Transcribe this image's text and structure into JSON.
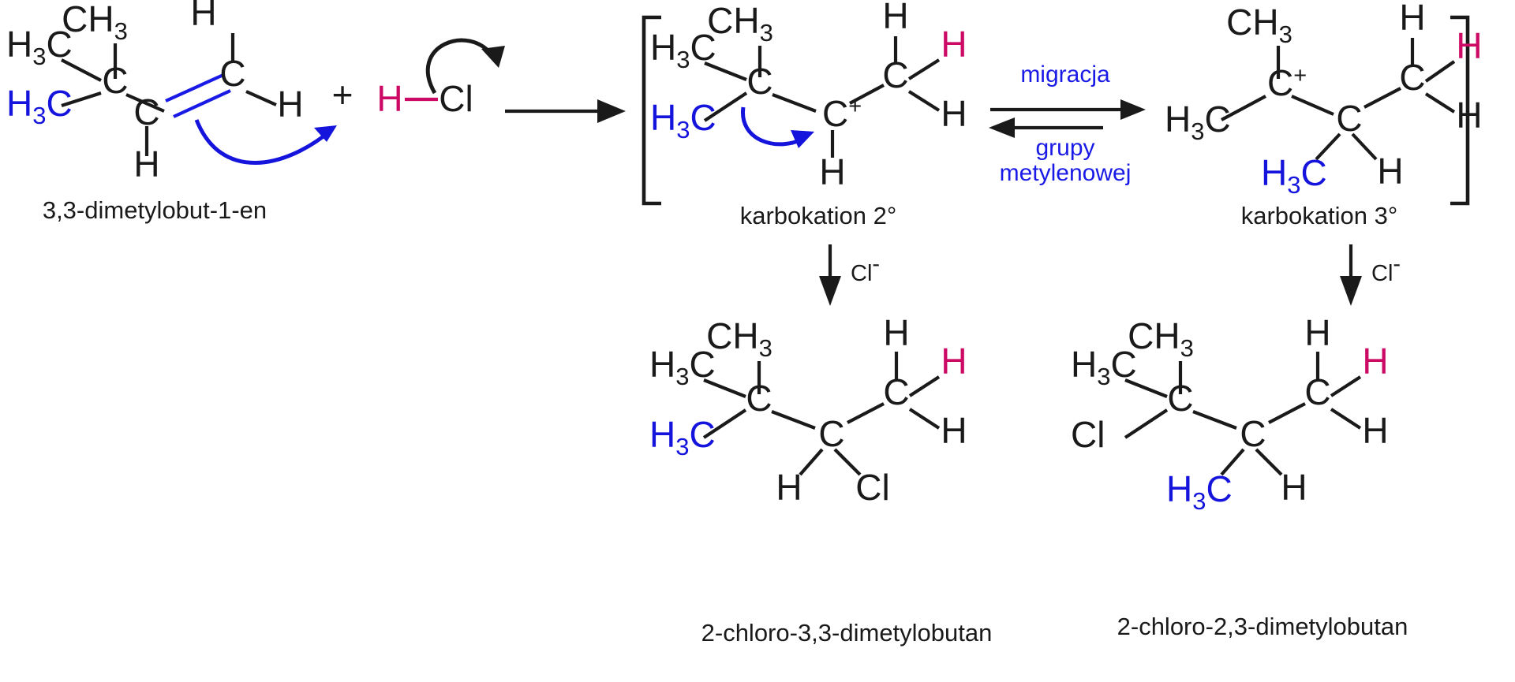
{
  "meta": {
    "title": "Mechanizm addycji HCl do 3,3-dimetylobut-1-enu z przegrupowaniem karbokationu",
    "background": "#ffffff",
    "colors": {
      "black": "#1a1a1a",
      "blue": "#1414dc",
      "label_blue": "#1a1ae6",
      "pink": "#cc0a66"
    }
  },
  "reactant": {
    "caption": "3,3-dimetylobut-1-en",
    "atoms": {
      "ch3_top": "CH",
      "ch3_top_sub": "3",
      "h3c_left": "H",
      "h3c_left_sub": "3",
      "h3c_left_c": "C",
      "h3c_lower": "H",
      "h3c_lower_sub": "3",
      "h3c_lower_c": "C",
      "c_quaternary": "C",
      "c_vinyl_lower": "C",
      "c_vinyl_upper": "C",
      "h_on_lower_vinyl": "H",
      "h_top_right": "H",
      "h_right": "H"
    }
  },
  "plus_sign": "+",
  "hcl": {
    "h": "H",
    "cl": "Cl"
  },
  "carbocation_secondary": {
    "caption": "karbokation 2°",
    "atoms": {
      "ch3_top": "CH",
      "ch3_top_sub": "3",
      "h3c_left": "H",
      "h3c_left_sub": "3",
      "h3c_left_c": "C",
      "h3c_lower_blue": "H",
      "h3c_lower_blue_sub": "3",
      "h3c_lower_blue_c": "C",
      "c_quaternary": "C",
      "c_cation": "C",
      "c_cation_charge": "+",
      "h_below_cation": "H",
      "c_methyl_right": "C",
      "h_top": "H",
      "h_pink": "H",
      "h_bottom_right": "H"
    }
  },
  "carbocation_tertiary": {
    "caption": "karbokation 3°",
    "atoms": {
      "ch3_top": "CH",
      "ch3_top_sub": "3",
      "c_cation": "C",
      "c_cation_charge": "+",
      "h3c_left": "H",
      "h3c_left_sub": "3",
      "h3c_left_c": "C",
      "c_center": "C",
      "h3c_blue": "H",
      "h3c_blue_sub": "3",
      "h3c_blue_c": "C",
      "h_below_center": "H",
      "c_right": "C",
      "h_top": "H",
      "h_pink": "H",
      "h_bottom_right": "H"
    }
  },
  "migration_label": {
    "line1": "migracja",
    "line2": "grupy",
    "line3": "metylenowej"
  },
  "chloride_arrows": {
    "left_label": "Cl",
    "left_label_sup": "-",
    "right_label": "Cl",
    "right_label_sup": "-"
  },
  "product_left": {
    "caption": "2-chloro-3,3-dimetylobutan",
    "atoms": {
      "ch3_top": "CH",
      "ch3_top_sub": "3",
      "h3c_left": "H",
      "h3c_left_sub": "3",
      "h3c_left_c": "C",
      "h3c_lower_blue": "H",
      "h3c_lower_blue_sub": "3",
      "h3c_lower_blue_c": "C",
      "c_quaternary": "C",
      "c_center": "C",
      "h_below_center": "H",
      "cl_below_center": "Cl",
      "c_right": "C",
      "h_top": "H",
      "h_pink": "H",
      "h_bottom_right": "H"
    }
  },
  "product_right": {
    "caption": "2-chloro-2,3-dimetylobutan",
    "atoms": {
      "ch3_top": "CH",
      "ch3_top_sub": "3",
      "h3c_left": "H",
      "h3c_left_sub": "3",
      "h3c_left_c": "C",
      "cl_left": "Cl",
      "c_quaternary": "C",
      "c_center": "C",
      "h3c_blue": "H",
      "h3c_blue_sub": "3",
      "h3c_blue_c": "C",
      "h_below_center": "H",
      "c_right": "C",
      "h_top": "H",
      "h_pink": "H",
      "h_bottom_right": "H"
    }
  }
}
